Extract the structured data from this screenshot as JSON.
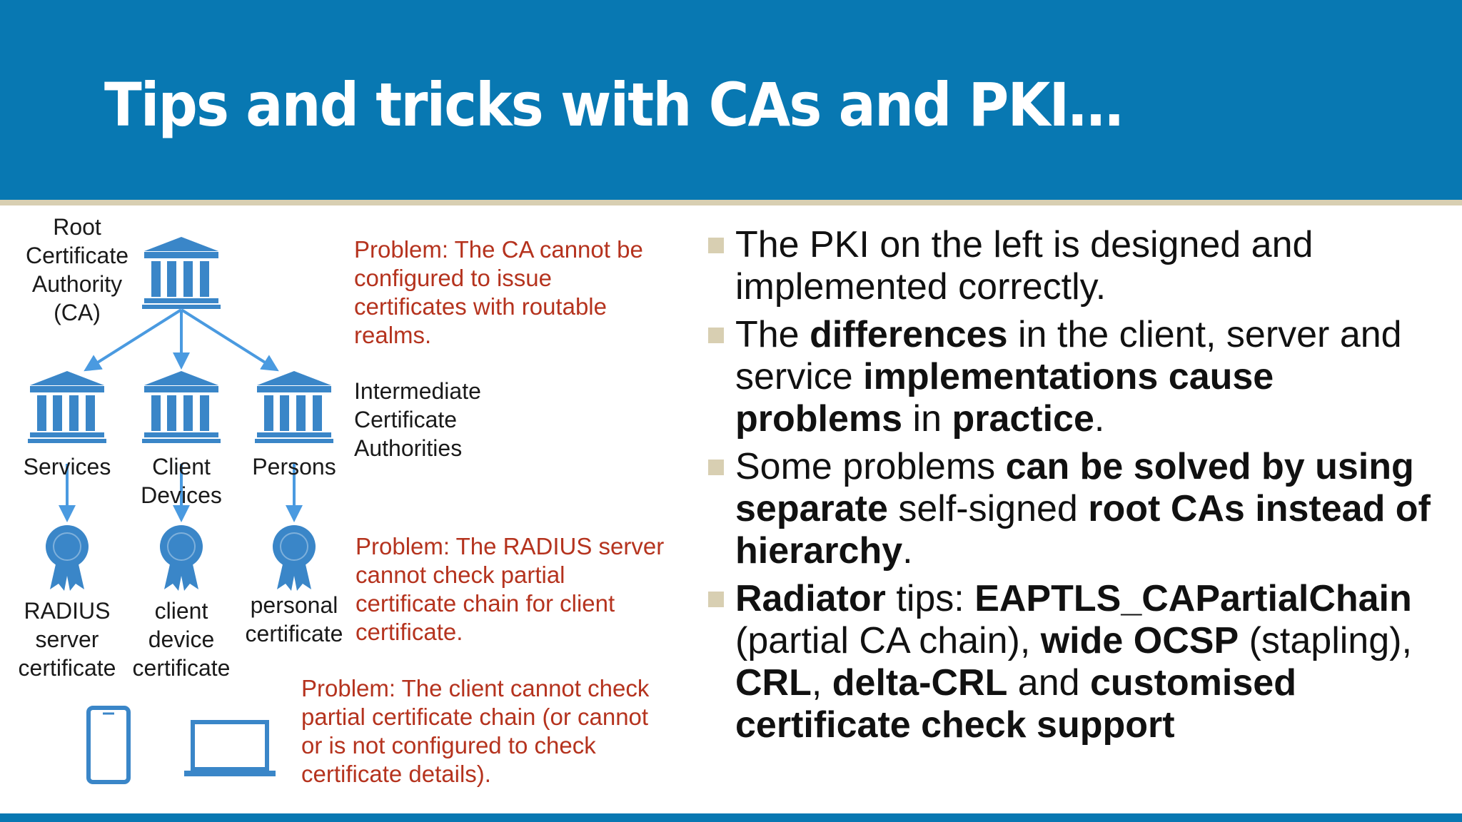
{
  "slide": {
    "title": "Tips and tricks with CAs and PKI…"
  },
  "diagram": {
    "root_label": [
      "Root",
      "Certificate",
      "Authority",
      "(CA)"
    ],
    "intermediate_label": [
      "Intermediate",
      "Certificate",
      "Authorities"
    ],
    "services_label": "Services",
    "client_devices_label": [
      "Client",
      "Devices"
    ],
    "persons_label": "Persons",
    "radius_cert_label": [
      "RADIUS",
      "server",
      "certificate"
    ],
    "client_cert_label": [
      "client",
      "device",
      "certificate"
    ],
    "personal_cert_label": [
      "personal",
      "certificate"
    ],
    "problem_ca": [
      "Problem: The CA cannot be",
      "configured to issue",
      "certificates with routable",
      "realms."
    ],
    "problem_radius": [
      "Problem: The RADIUS server",
      "cannot check partial",
      "certificate chain for client",
      "certificate."
    ],
    "problem_client": [
      "Problem: The client cannot check",
      "partial certificate chain (or cannot",
      "or is not configured to check",
      "certificate details)."
    ],
    "colors": {
      "icon_blue": "#3a86c8",
      "arrow_blue": "#4a9ae0",
      "problem_red": "#b5331e"
    }
  },
  "bullets": [
    {
      "parts": [
        {
          "t": "The PKI on the left is designed and implemented correctly.",
          "b": false
        }
      ]
    },
    {
      "parts": [
        {
          "t": "The ",
          "b": false
        },
        {
          "t": "differences",
          "b": true
        },
        {
          "t": " in the client, server and service ",
          "b": false
        },
        {
          "t": "implementations cause problems",
          "b": true
        },
        {
          "t": " in ",
          "b": false
        },
        {
          "t": "practice",
          "b": true
        },
        {
          "t": ".",
          "b": false
        }
      ]
    },
    {
      "parts": [
        {
          "t": "Some problems ",
          "b": false
        },
        {
          "t": "can be solved by using separate",
          "b": true
        },
        {
          "t": " self-signed ",
          "b": false
        },
        {
          "t": "root CAs instead of hierarchy",
          "b": true
        },
        {
          "t": ".",
          "b": false
        }
      ]
    },
    {
      "parts": [
        {
          "t": "Radiator",
          "b": true
        },
        {
          "t": " tips: ",
          "b": false
        },
        {
          "t": "EAPTLS_CAPartialChain",
          "b": true
        },
        {
          "t": " (partial CA chain), ",
          "b": false
        },
        {
          "t": "wide OCSP",
          "b": true
        },
        {
          "t": " (stapling), ",
          "b": false
        },
        {
          "t": "CRL",
          "b": true
        },
        {
          "t": ", ",
          "b": false
        },
        {
          "t": "delta-CRL",
          "b": true
        },
        {
          "t": " and ",
          "b": false
        },
        {
          "t": "customised certificate check support",
          "b": true
        }
      ]
    }
  ],
  "colors": {
    "header_blue": "#0878b2",
    "accent_tan": "#d8cfb2"
  }
}
